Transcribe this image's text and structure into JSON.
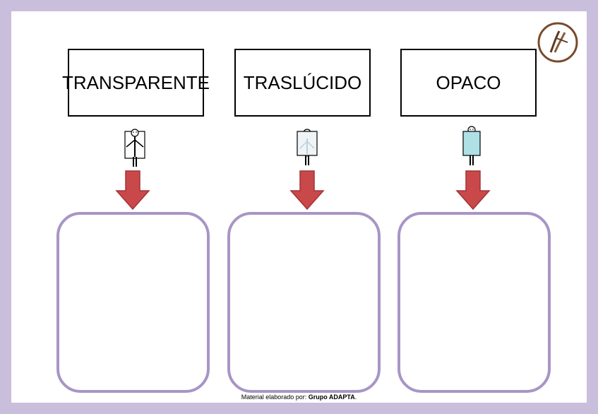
{
  "categories": [
    {
      "label": "TRANSPARENTE",
      "figure": "person-behind-clear-glass-icon",
      "fill": "#ffffff"
    },
    {
      "label": "TRASLÚCIDO",
      "figure": "person-behind-frosted-glass-icon",
      "fill": "#f2f6f8"
    },
    {
      "label": "OPACO",
      "figure": "person-behind-opaque-panel-icon",
      "fill": "#aee0e6"
    }
  ],
  "footer": {
    "prefix": "Material elaborado por: ",
    "author": "Grupo ADAPTA",
    "suffix": "."
  },
  "colors": {
    "arrow": "#c9484a",
    "box_border": "#a895c5",
    "frame": "#c9bedb",
    "logo": "#7a4a2c"
  }
}
